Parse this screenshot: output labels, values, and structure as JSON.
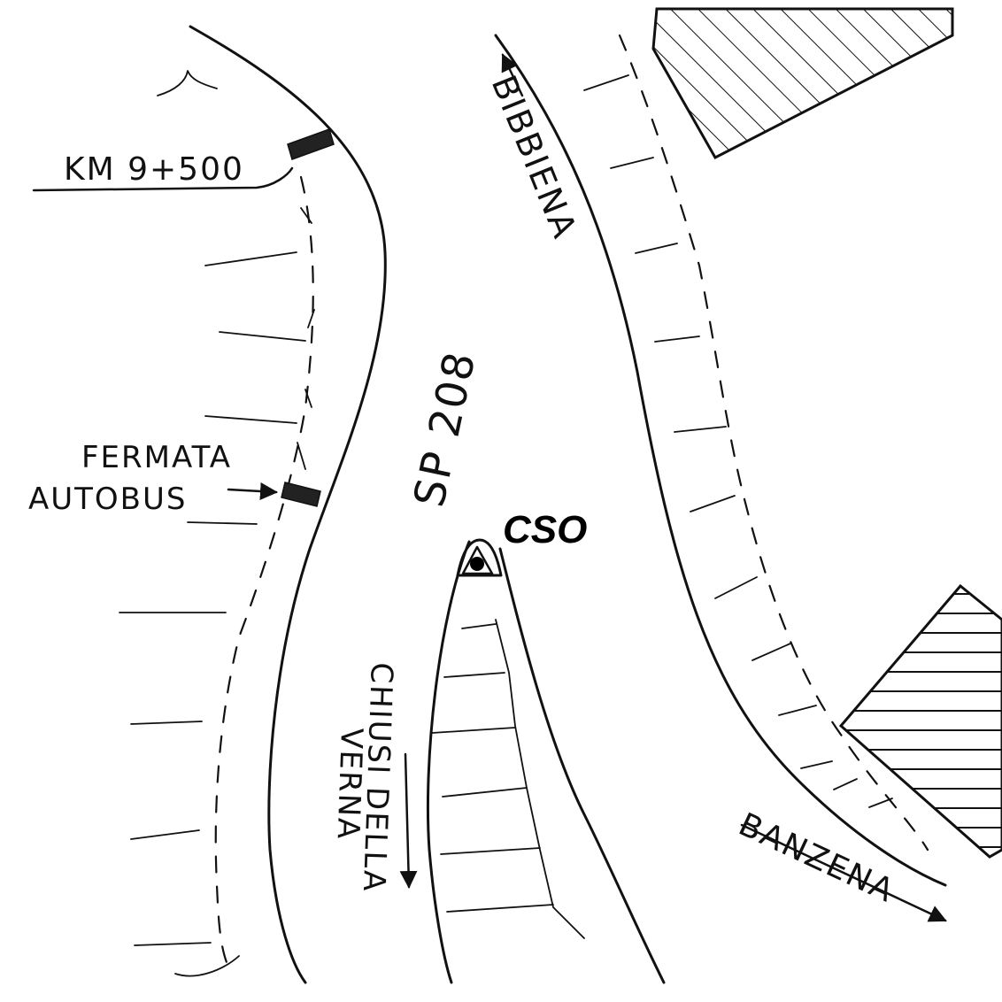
{
  "labels": {
    "km_marker": "KM 9+500",
    "road_number": "SP 208",
    "direction_north": "BIBBIENA",
    "direction_southeast": "BANZENA",
    "direction_south_line1": "CHIUSI DELLA",
    "direction_south_line2": "VERNA",
    "bus_stop_line1": "FERMATA",
    "bus_stop_line2": "AUTOBUS",
    "site_code": "CSO"
  },
  "colors": {
    "ink": "#111111",
    "paper": "#ffffff"
  }
}
